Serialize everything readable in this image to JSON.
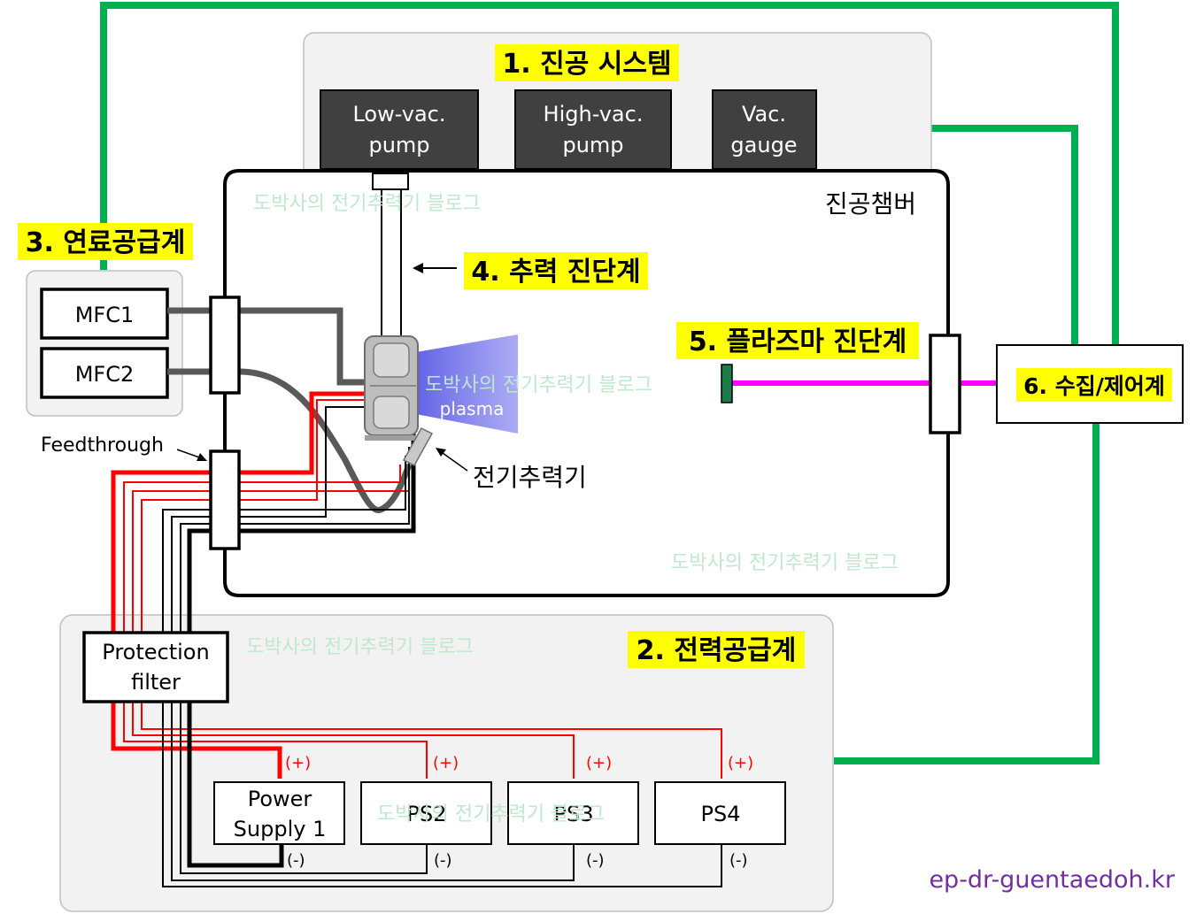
{
  "sections": {
    "vacuum": "1. 진공 시스템",
    "power": "2. 전력공급계",
    "fuel": "3. 연료공급계",
    "thrust_diag": "4. 추력 진단계",
    "plasma_diag": "5. 플라즈마 진단계",
    "collect_control": "6. 수집/제어계"
  },
  "vacuum": {
    "low_vac_pump": [
      "Low-vac.",
      "pump"
    ],
    "high_vac_pump": [
      "High-vac.",
      "pump"
    ],
    "vac_gauge": [
      "Vac.",
      "gauge"
    ]
  },
  "chamber_label": "진공챔버",
  "fuel": {
    "mfc1": "MFC1",
    "mfc2": "MFC2"
  },
  "feedthrough_label": "Feedthrough",
  "thruster_label": "전기추력기",
  "plasma_label": "plasma",
  "protection_filter": [
    "Protection",
    "filter"
  ],
  "power_supplies": {
    "ps1": [
      "Power",
      "Supply 1"
    ],
    "ps2": "PS2",
    "ps3": "PS3",
    "ps4": "PS4",
    "plus": "(+)",
    "minus": "(-)"
  },
  "watermark": "도박사의 전기추력기 블로그",
  "credit": "ep-dr-guentaedoh.kr",
  "colors": {
    "highlight": "#ffff00",
    "control_wire": "#00b050",
    "positive_wire": "#ff0000",
    "probe_beam": "#ff00ff",
    "plasma": "#6f6fe0",
    "credit": "#7030a0"
  }
}
